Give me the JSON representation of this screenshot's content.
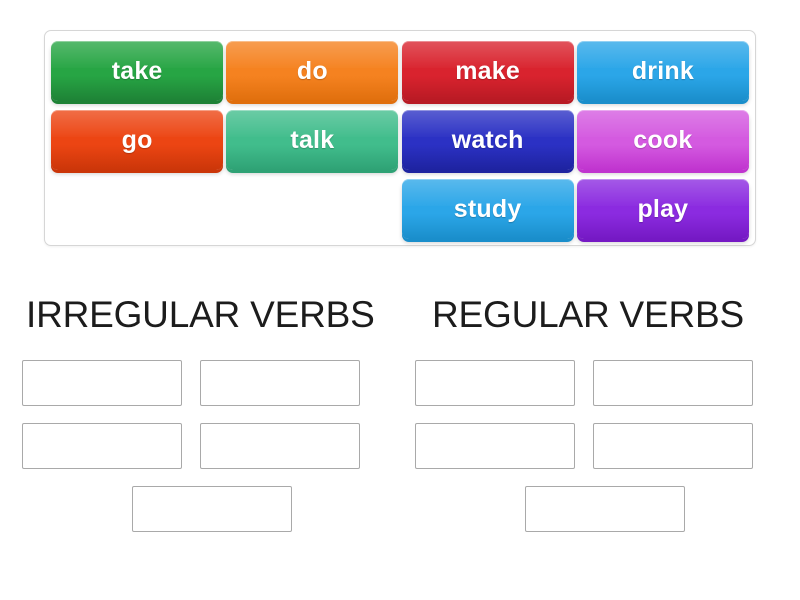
{
  "word_bank": {
    "rows": [
      [
        {
          "label": "take",
          "color": "#27a544",
          "color_dark": "#1e8236",
          "empty": false
        },
        {
          "label": "do",
          "color": "#f58220",
          "color_dark": "#e06f0d",
          "empty": false
        },
        {
          "label": "make",
          "color": "#d9232e",
          "color_dark": "#b81a24",
          "empty": false
        },
        {
          "label": "drink",
          "color": "#2ba6e8",
          "color_dark": "#1a8ecb",
          "empty": false
        }
      ],
      [
        {
          "label": "go",
          "color": "#ec4513",
          "color_dark": "#cb3609",
          "empty": false
        },
        {
          "label": "talk",
          "color": "#41bd8c",
          "color_dark": "#2fa275",
          "empty": false
        },
        {
          "label": "watch",
          "color": "#2b31c4",
          "color_dark": "#1e23a0",
          "empty": false
        },
        {
          "label": "cook",
          "color": "#d45ae0",
          "color_dark": "#c034cf",
          "empty": false
        }
      ],
      [
        {
          "label": "",
          "color": "#ffffff",
          "color_dark": "#ffffff",
          "empty": true
        },
        {
          "label": "",
          "color": "#ffffff",
          "color_dark": "#ffffff",
          "empty": true
        },
        {
          "label": "study",
          "color": "#2ba6e8",
          "color_dark": "#1a8ecb",
          "empty": false
        },
        {
          "label": "play",
          "color": "#8b2be0",
          "color_dark": "#7519c4",
          "empty": false
        }
      ]
    ]
  },
  "groups": [
    {
      "id": "irregular",
      "heading": "IRREGULAR VERBS",
      "dropzone_rows": [
        {
          "centered": false,
          "count": 2
        },
        {
          "centered": false,
          "count": 2
        },
        {
          "centered": true,
          "count": 1
        }
      ]
    },
    {
      "id": "regular",
      "heading": "REGULAR VERBS",
      "dropzone_rows": [
        {
          "centered": false,
          "count": 2
        },
        {
          "centered": false,
          "count": 2
        },
        {
          "centered": true,
          "count": 1
        }
      ]
    }
  ],
  "colors": {
    "page_background": "#ffffff",
    "panel_border": "#d6d6d6",
    "dropzone_border": "#a9a9a9",
    "heading_text": "#1c1c1c",
    "tile_text": "#ffffff"
  }
}
